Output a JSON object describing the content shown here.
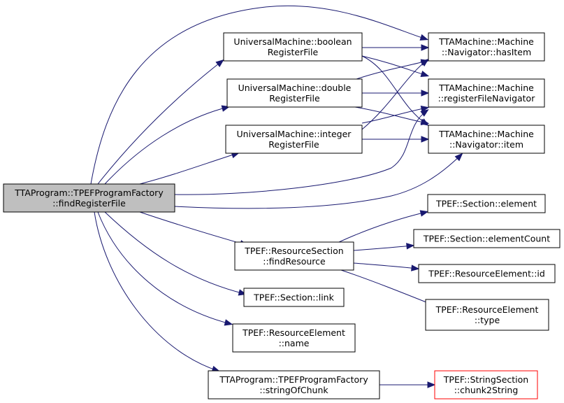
{
  "diagram": {
    "colors": {
      "edge": "#191970",
      "root_fill": "#bfbfbf",
      "missing_border": "#ff0000",
      "border": "#000000"
    },
    "nodes": {
      "root": {
        "lines": [
          "TTAProgram::TPEFProgramFactory",
          "::findRegisterFile"
        ]
      },
      "boolRF": {
        "lines": [
          "UniversalMachine::boolean",
          "RegisterFile"
        ]
      },
      "doubleRF": {
        "lines": [
          "UniversalMachine::double",
          "RegisterFile"
        ]
      },
      "intRF": {
        "lines": [
          "UniversalMachine::integer",
          "RegisterFile"
        ]
      },
      "hasItem": {
        "lines": [
          "TTAMachine::Machine",
          "::Navigator::hasItem"
        ]
      },
      "rfNav": {
        "lines": [
          "TTAMachine::Machine",
          "::registerFileNavigator"
        ]
      },
      "navItem": {
        "lines": [
          "TTAMachine::Machine",
          "::Navigator::item"
        ]
      },
      "findRes": {
        "lines": [
          "TPEF::ResourceSection",
          "::findResource"
        ]
      },
      "secElem": {
        "lines": [
          "TPEF::Section::element"
        ]
      },
      "secElemCount": {
        "lines": [
          "TPEF::Section::elementCount"
        ]
      },
      "resElemId": {
        "lines": [
          "TPEF::ResourceElement::id"
        ]
      },
      "resElemType": {
        "lines": [
          "TPEF::ResourceElement",
          "::type"
        ]
      },
      "secLink": {
        "lines": [
          "TPEF::Section::link"
        ]
      },
      "resElemName": {
        "lines": [
          "TPEF::ResourceElement",
          "::name"
        ]
      },
      "strOfChunk": {
        "lines": [
          "TTAProgram::TPEFProgramFactory",
          "::stringOfChunk"
        ]
      },
      "chunk2Str": {
        "lines": [
          "TPEF::StringSection",
          "::chunk2String"
        ]
      }
    },
    "edges": [
      [
        "root",
        "boolRF"
      ],
      [
        "root",
        "doubleRF"
      ],
      [
        "root",
        "intRF"
      ],
      [
        "root",
        "hasItem"
      ],
      [
        "root",
        "rfNav"
      ],
      [
        "root",
        "navItem"
      ],
      [
        "root",
        "findRes"
      ],
      [
        "root",
        "secLink"
      ],
      [
        "root",
        "resElemName"
      ],
      [
        "root",
        "strOfChunk"
      ],
      [
        "boolRF",
        "hasItem"
      ],
      [
        "boolRF",
        "rfNav"
      ],
      [
        "boolRF",
        "navItem"
      ],
      [
        "doubleRF",
        "hasItem"
      ],
      [
        "doubleRF",
        "rfNav"
      ],
      [
        "doubleRF",
        "navItem"
      ],
      [
        "intRF",
        "hasItem"
      ],
      [
        "intRF",
        "rfNav"
      ],
      [
        "intRF",
        "navItem"
      ],
      [
        "findRes",
        "secElem"
      ],
      [
        "findRes",
        "secElemCount"
      ],
      [
        "findRes",
        "resElemId"
      ],
      [
        "findRes",
        "resElemType"
      ],
      [
        "strOfChunk",
        "chunk2Str"
      ]
    ]
  }
}
